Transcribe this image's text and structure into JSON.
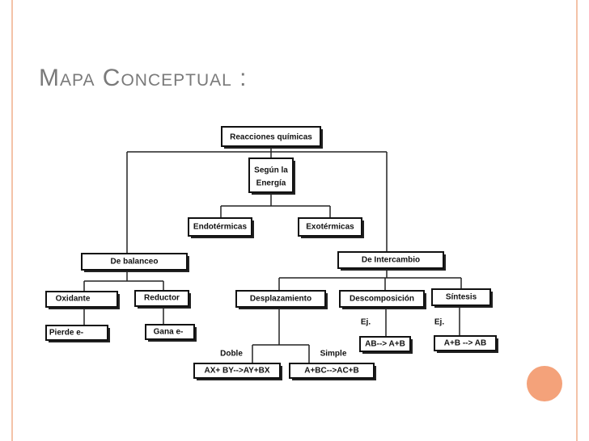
{
  "slide": {
    "title": "Mapa Conceptual :",
    "accent_color": "#f4a27a",
    "frame_color": "#f4c3a8"
  },
  "diagram": {
    "nodes": {
      "reacciones": "Reacciones químicas",
      "segun_energia_1": "Según la",
      "segun_energia_2": "Energía",
      "endotermicas": "Endotérmicas",
      "exotermicas": "Exotérmicas",
      "balanceo": "De balanceo",
      "intercambio": "De Intercambio",
      "oxidante": "Oxidante",
      "reductor": "Reductor",
      "pierde": "Pierde e-",
      "gana": "Gana e-",
      "desplazamiento": "Desplazamiento",
      "descomposicion": "Descomposición",
      "sintesis": "Síntesis",
      "ab_formula": "AB--> A+B",
      "sintesis_formula": "A+B --> AB",
      "doble_formula": "AX+ BY-->AY+BX",
      "simple_formula": "A+BC-->AC+B"
    },
    "labels": {
      "ej1": "Ej.",
      "ej2": "Ej.",
      "doble": "Doble",
      "simple": "Simple"
    }
  }
}
